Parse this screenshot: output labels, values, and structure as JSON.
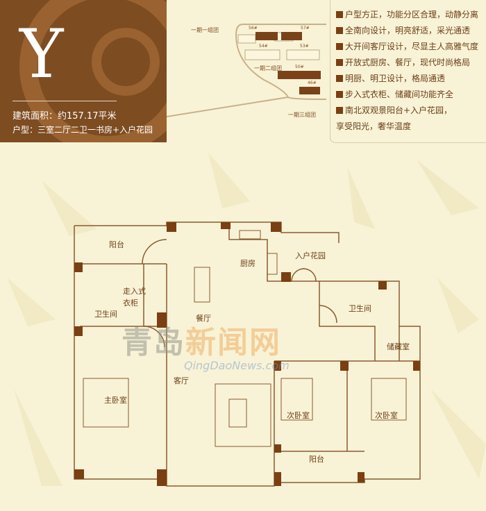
{
  "unit": {
    "letter": "Y",
    "area_label": "建筑面积：约157.17平米",
    "layout_label": "户型：三室二厅二卫一书房+入户花园"
  },
  "site_map": {
    "zones": [
      "一期一组团",
      "一期二组团",
      "一期三组团"
    ],
    "buildings": [
      "56#",
      "57#",
      "54#",
      "53#",
      "50#",
      "46#"
    ]
  },
  "features": [
    "户型方正，功能分区合理，动静分离",
    "全南向设计，明亮舒适，采光通透",
    "大开间客厅设计，尽显主人高雅气度",
    "开放式厨房、餐厅，现代时尚格局",
    "明厨、明卫设计，格局通透",
    "步入式衣柜、储藏间功能齐全",
    "南北双观景阳台+入户花园，"
  ],
  "features_tail": "享受阳光，奢华温度",
  "rooms": {
    "balcony_north": "阳台",
    "walkin_closet_1": "走入式",
    "walkin_closet_2": "衣柜",
    "bath_left": "卫生间",
    "kitchen": "厨房",
    "entry_garden": "入户花园",
    "bath_right": "卫生间",
    "dining": "餐厅",
    "storage": "储藏室",
    "living": "客厅",
    "master_bedroom": "主卧室",
    "bedroom_2": "次卧室",
    "bedroom_3": "次卧室",
    "balcony_south": "阳台"
  },
  "watermark": {
    "cn_a": "青岛",
    "cn_b": "新闻网",
    "url": "QingDaoNews.com"
  },
  "colors": {
    "brown_panel": "#7d4c21",
    "wall": "#7a3f12",
    "line": "#8a5a30",
    "background": "#f8f3d6"
  }
}
